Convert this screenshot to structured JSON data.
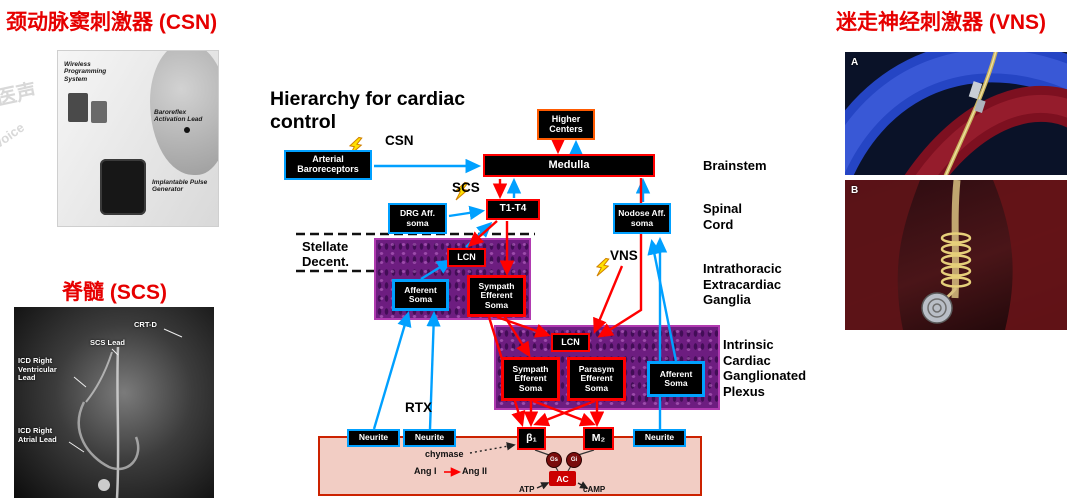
{
  "panels": {
    "csn": {
      "title": "颈动脉窦刺激器 (CSN)",
      "labels": {
        "wireless": "Wireless Programming System",
        "baroreflex": "Baroreflex Activation Lead",
        "generator": "Implantable Pulse Generator"
      }
    },
    "scs": {
      "title": "脊髓 (SCS)",
      "labels": {
        "crtd": "CRT-D",
        "scs_lead": "SCS Lead",
        "icd_rv": "ICD Right Ventricular Lead",
        "icd_ra": "ICD Right Atrial Lead"
      }
    },
    "vns": {
      "title": "迷走神经刺激器 (VNS)",
      "label_a": "A",
      "label_b": "B"
    }
  },
  "watermark": {
    "line1": "医声",
    "line2": "Voice"
  },
  "diagram": {
    "title": "Hierarchy for cardiac control",
    "boxes": {
      "arterial_baroreceptors": "Arterial Baroreceptors",
      "higher_centers": "Higher Centers",
      "medulla": "Medulla",
      "t1t4": "T1-T4",
      "drg": "DRG Aff. soma",
      "nodose": "Nodose Aff. soma",
      "lcn1": "LCN",
      "afferent_soma1": "Afferent Soma",
      "sympath_efferent1": "Sympath Efferent Soma",
      "lcn2": "LCN",
      "sympath_efferent2": "Sympath Efferent Soma",
      "parasym_efferent": "Parasym Efferent Soma",
      "afferent_soma2": "Afferent Soma",
      "neurite1": "Neurite",
      "neurite2": "Neurite",
      "neurite3": "Neurite",
      "beta1": "β₁",
      "m2": "M₂",
      "gs": "Gs",
      "gi": "Gi",
      "ac": "AC"
    },
    "labels": {
      "csn": "CSN",
      "scs": "SCS",
      "vns": "VNS",
      "rtx": "RTX",
      "stellate": "Stellate Decent.",
      "brainstem": "Brainstem",
      "spinal_cord": "Spinal Cord",
      "intrathoracic": "Intrathoracic Extracardiac Ganglia",
      "intrinsic": "Intrinsic Cardiac Ganglionated Plexus",
      "chymase": "chymase",
      "ang1": "Ang I",
      "ang2": "Ang II",
      "atp": "ATP",
      "camp": "cAMP"
    },
    "colors": {
      "afferent_blue": "#00a0ff",
      "efferent_red": "#ff0000",
      "stimulation_yellow": "#ffe000",
      "ganglia_purple": "#6d1d80",
      "tissue_pink": "#f2cdc4"
    }
  }
}
